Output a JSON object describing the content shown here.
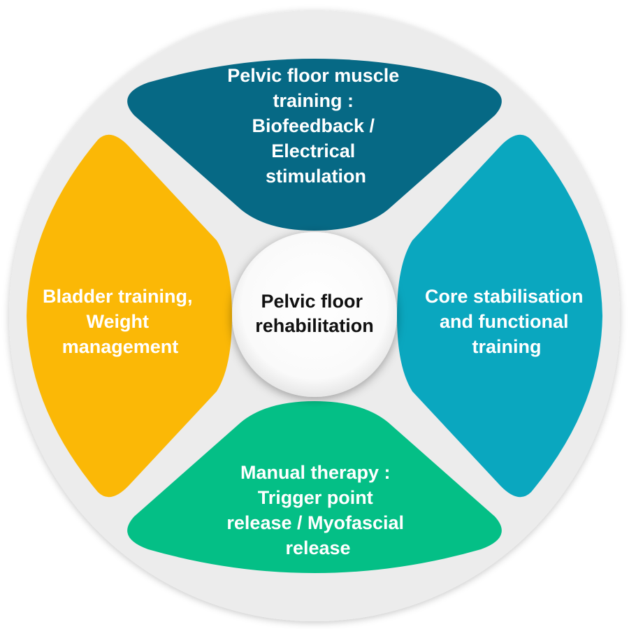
{
  "center": {
    "lines": [
      "Pelvic floor",
      "rehabilitation"
    ]
  },
  "segments": {
    "top": {
      "lines": [
        "Pelvic floor muscle",
        "training :",
        "Biofeedback /",
        "Electrical",
        "stimulation"
      ],
      "color": "#066985"
    },
    "right": {
      "lines": [
        "Core stabilisation",
        "and functional",
        "training"
      ],
      "color": "#0aa7bf"
    },
    "bottom": {
      "lines": [
        "Manual therapy :",
        "Trigger point",
        "release / Myofascial",
        "release"
      ],
      "color": "#04bf86"
    },
    "left": {
      "lines": [
        "Bladder training,",
        "Weight",
        "management"
      ],
      "color": "#fbb806"
    }
  },
  "colors": {
    "outer_ring": "#ececec",
    "center_fill": "#ffffff"
  }
}
